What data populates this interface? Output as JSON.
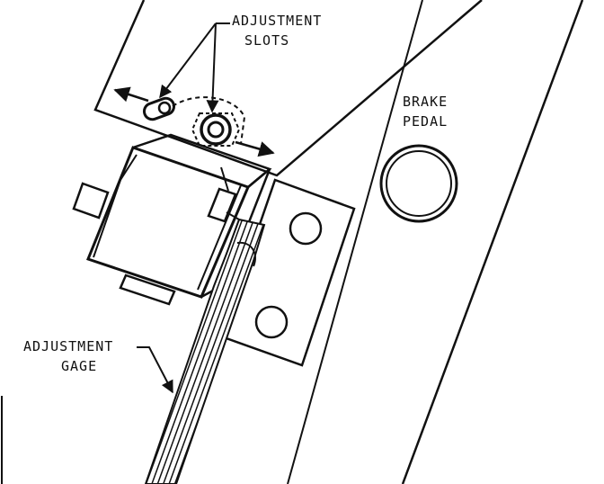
{
  "labels": {
    "adjustment_slots": {
      "line1": "ADJUSTMENT",
      "line2": "SLOTS"
    },
    "brake_pedal": {
      "line1": "BRAKE",
      "line2": "PEDAL"
    },
    "adjustment_gage": {
      "line1": "ADJUSTMENT",
      "line2": "GAGE"
    }
  },
  "colors": {
    "ink": "#111111",
    "paper": "#ffffff"
  }
}
